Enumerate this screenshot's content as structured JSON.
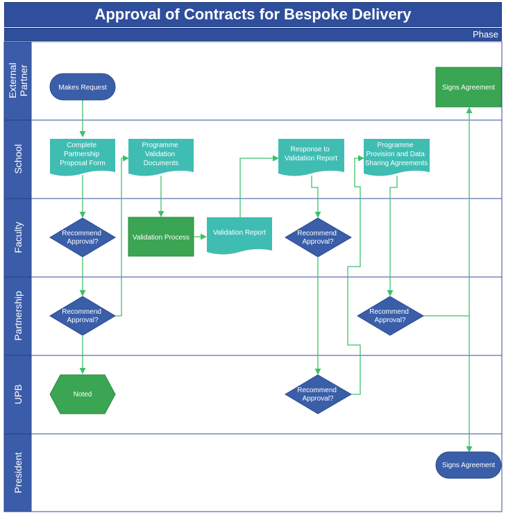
{
  "title": "Approval of Contracts for Bespoke Delivery",
  "phase_label": "Phase",
  "lanes": [
    "External Partner",
    "School",
    "Faculty",
    "Partnership",
    "UPB",
    "President"
  ],
  "nodes": {
    "makes_request": "Makes Request",
    "complete_proposal": [
      "Complete",
      "Partnership",
      "Proposal Form"
    ],
    "programme_validation_docs": [
      "Programme",
      "Validation",
      "Documents"
    ],
    "response_validation_report": [
      "Response to",
      "Validation Report"
    ],
    "programme_provision": [
      "Programme",
      "Provision and Data",
      "Sharing Agreements"
    ],
    "signs_agreement_partner": "Signs Agreement",
    "validation_process": "Validation Process",
    "validation_report": "Validation Report",
    "faculty_recommend_1": [
      "Recommend",
      "Approval?"
    ],
    "faculty_recommend_2": [
      "Recommend",
      "Approval?"
    ],
    "partnership_recommend_1": [
      "Recommend",
      "Approval?"
    ],
    "partnership_recommend_2": [
      "Recommend",
      "Approval?"
    ],
    "upb_noted": "Noted",
    "upb_recommend": [
      "Recommend",
      "Approval?"
    ],
    "signs_agreement_president": "Signs Agreement"
  },
  "colors": {
    "header": "#2f4e9b",
    "lane_header": "#3b5ca8",
    "blue_shape": "#3a5ea8",
    "teal_doc": "#3fbdb3",
    "green_shape": "#3aa552",
    "connector": "#3fbf6a"
  }
}
